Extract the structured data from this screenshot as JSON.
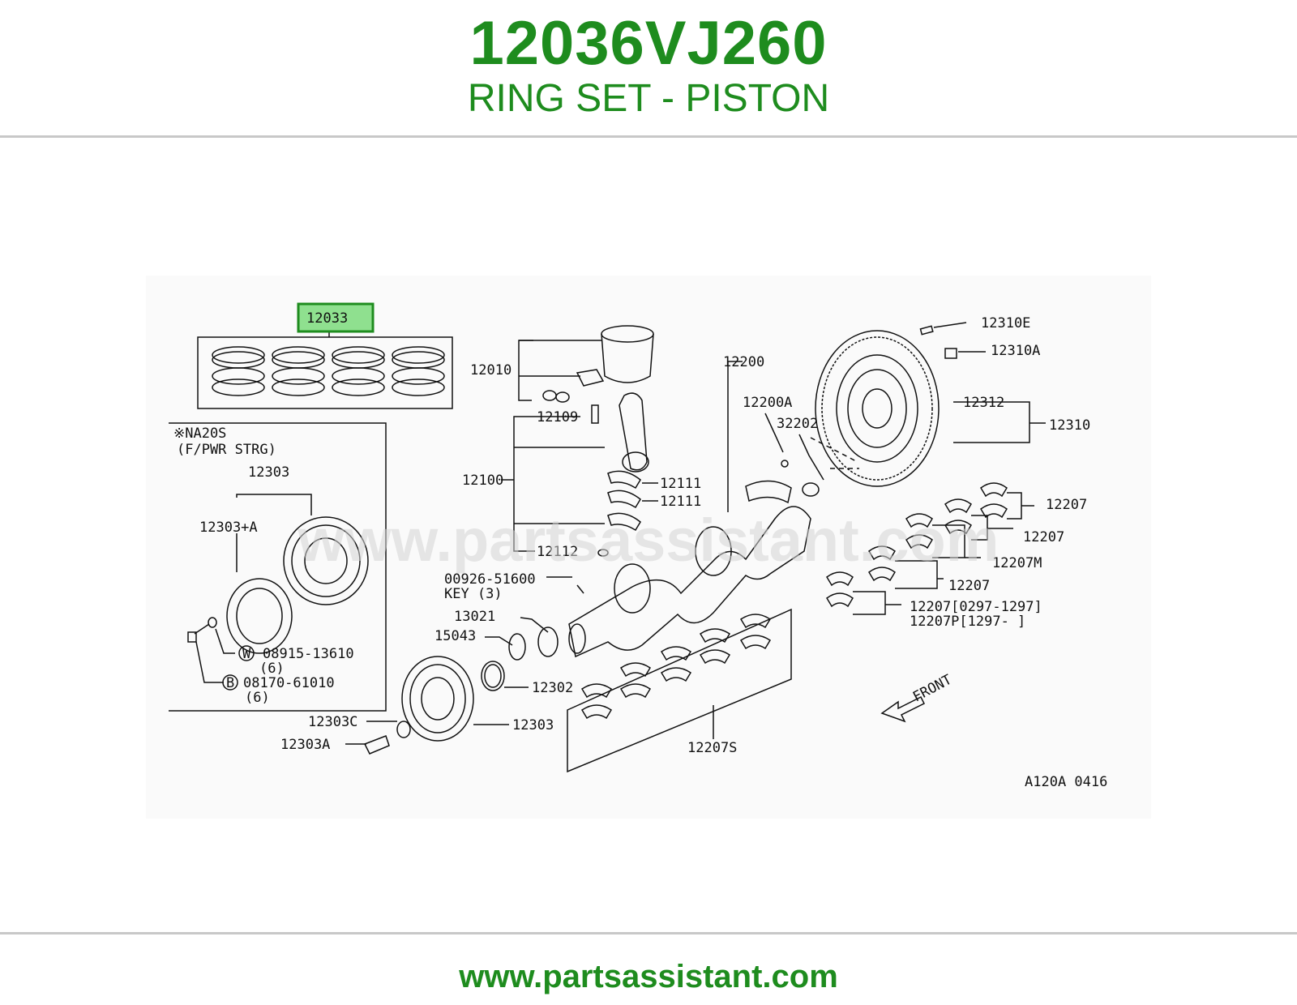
{
  "header": {
    "part_number": "12036VJ260",
    "part_name": "RING SET - PISTON"
  },
  "colors": {
    "brand_green": "#1e8c1e",
    "highlight": "#8fe08f"
  },
  "diagram": {
    "highlighted_callout": "12033",
    "inset": {
      "line1": "※NA20S",
      "line2": "(F/PWR STRG)"
    },
    "callouts": {
      "c12303a_inset": "12303",
      "c12303plusA": "12303+A",
      "c08915": "08915-13610",
      "c08915_qty": "(6)",
      "c08170": "08170-61010",
      "c08170_qty": "(6)",
      "c12010": "12010",
      "c12109": "12109",
      "c12100": "12100",
      "c12111a": "12111",
      "c12111b": "12111",
      "c12112": "12112",
      "c00926": "00926-51600",
      "c_key": "KEY (3)",
      "c13021": "13021",
      "c15043": "15043",
      "c12302": "12302",
      "c12303": "12303",
      "c12303C": "12303C",
      "c12303A": "12303A",
      "c12200": "12200",
      "c12200A": "12200A",
      "c32202": "32202",
      "c12310E": "12310E",
      "c12310A": "12310A",
      "c12312": "12312",
      "c12310": "12310",
      "c12207a": "12207",
      "c12207b": "12207",
      "c12207M": "12207M",
      "c12207c": "12207",
      "c12207d": "12207[0297-1297]",
      "c12207P": "12207P[1297-     ]",
      "c12207S": "12207S",
      "c_front": "FRONT",
      "c_code": "A120A 0416",
      "w_letter": "W",
      "b_letter": "B"
    },
    "watermark": "www.partsassistant.com"
  },
  "footer": {
    "url": "www.partsassistant.com"
  }
}
